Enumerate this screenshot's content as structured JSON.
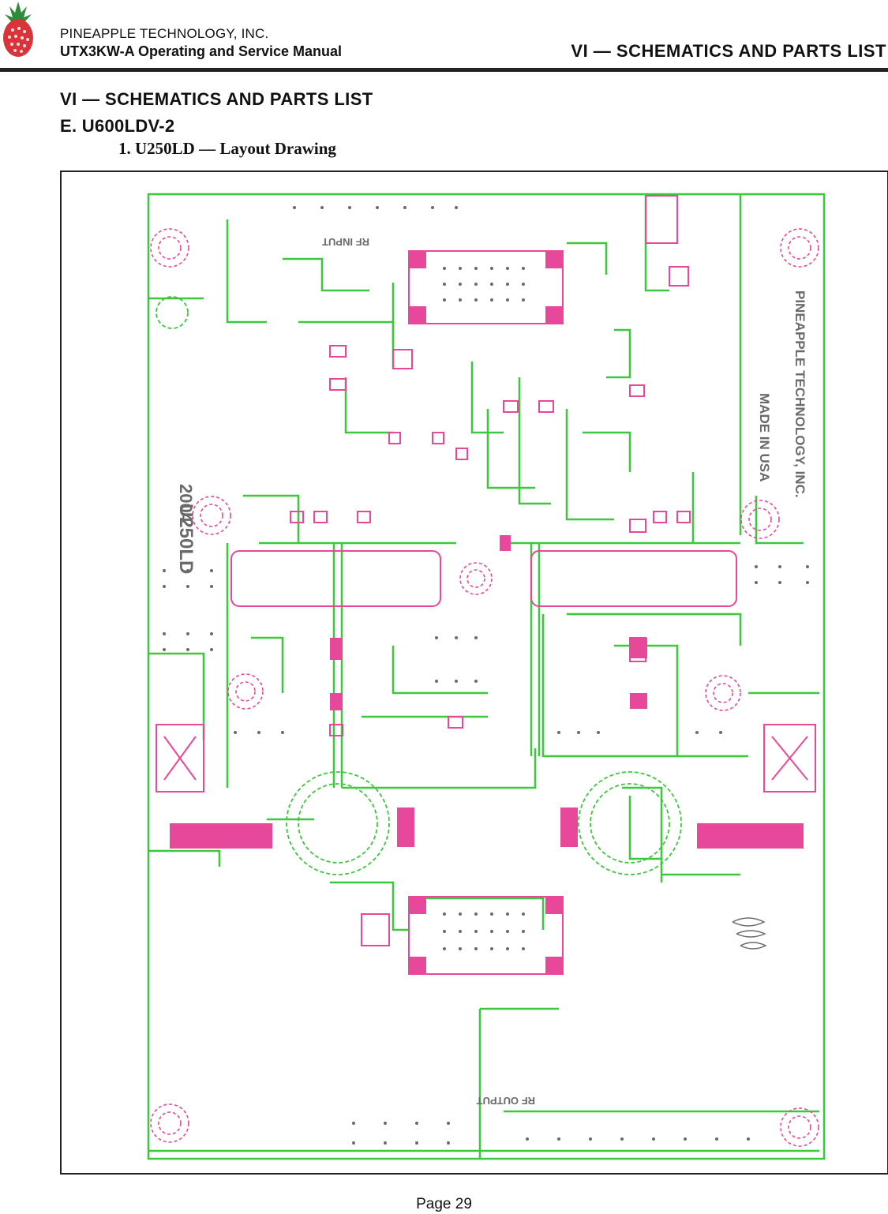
{
  "header": {
    "company": "PINEAPPLE TECHNOLOGY, INC.",
    "manual": "UTX3KW-A Operating and Service Manual",
    "section": "VI — SCHEMATICS AND PARTS LIST"
  },
  "content": {
    "section_title": "VI — SCHEMATICS AND PARTS LIST",
    "subsection": "E. U600LDV-2",
    "item": "1.  U250LD — Layout Drawing"
  },
  "pcb": {
    "labels": [
      "RF INPUT",
      "RF OUTPUT",
      "U250LD",
      "PINEAPPLE TECHNOLOGY, INC.",
      "MADE IN USA",
      "2004"
    ],
    "colors": {
      "trace": "#3cc83c",
      "pad": "#e8489a",
      "text": "#6a6a6a"
    }
  },
  "footer": {
    "page": "Page 29"
  },
  "colors": {
    "rule": "#222222",
    "logo_red": "#d9343a",
    "logo_green": "#2e8b3a"
  }
}
